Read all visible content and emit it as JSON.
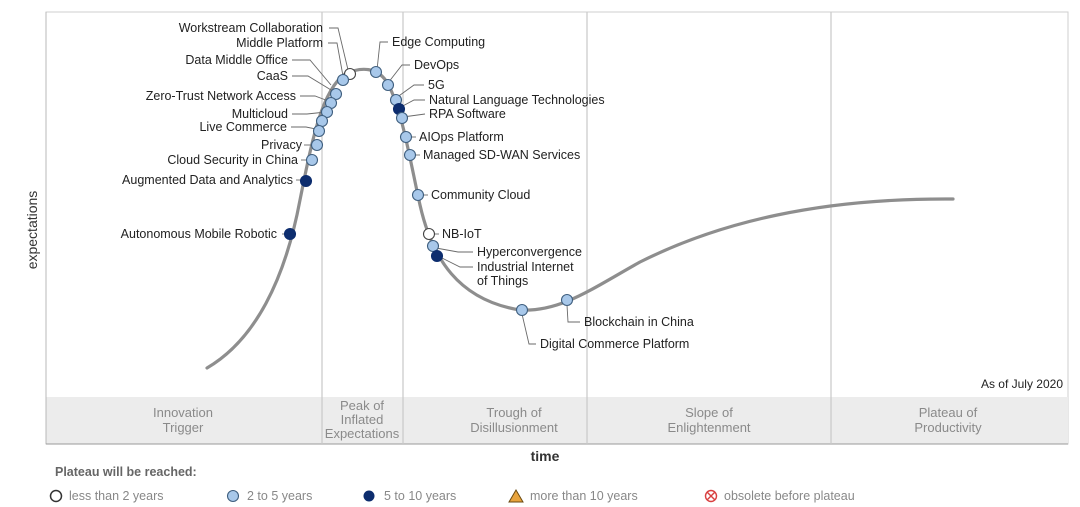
{
  "x_axis_label": "time",
  "y_axis_label": "expectations",
  "as_of": "As of July 2020",
  "phases": [
    {
      "id": "innovation",
      "lines": [
        "Innovation",
        "Trigger"
      ]
    },
    {
      "id": "peak",
      "lines": [
        "Peak of",
        "Inflated",
        "Expectations"
      ]
    },
    {
      "id": "trough",
      "lines": [
        "Trough of",
        "Disillusionment"
      ]
    },
    {
      "id": "slope",
      "lines": [
        "Slope of",
        "Enlightenment"
      ]
    },
    {
      "id": "plateau",
      "lines": [
        "Plateau of",
        "Productivity"
      ]
    }
  ],
  "legend": {
    "title": "Plateau will be reached:",
    "items": [
      {
        "key": "lt2",
        "label": "less than 2 years",
        "symbol": "circle",
        "color": "#ffffff"
      },
      {
        "key": "2to5",
        "label": "2 to 5 years",
        "symbol": "circle",
        "color": "#a8c8ea"
      },
      {
        "key": "5to10",
        "label": "5 to 10 years",
        "symbol": "circle",
        "color": "#0d2d6e"
      },
      {
        "key": "gt10",
        "label": "more than 10 years",
        "symbol": "triangle",
        "color": "#e8a33c"
      },
      {
        "key": "obsolete",
        "label": "obsolete before plateau",
        "symbol": "crossed-circle",
        "color": "#d94040"
      }
    ]
  },
  "technologies": [
    {
      "name": "Workstream Collaboration",
      "category": "2to5"
    },
    {
      "name": "Middle Platform",
      "category": "2to5"
    },
    {
      "name": "Data Middle Office",
      "category": "2to5"
    },
    {
      "name": "CaaS",
      "category": "2to5"
    },
    {
      "name": "Zero-Trust Network Access",
      "category": "2to5"
    },
    {
      "name": "Multicloud",
      "category": "2to5"
    },
    {
      "name": "Live Commerce",
      "category": "2to5"
    },
    {
      "name": "Privacy",
      "category": "2to5"
    },
    {
      "name": "Cloud Security in China",
      "category": "2to5"
    },
    {
      "name": "Augmented Data and Analytics",
      "category": "5to10"
    },
    {
      "name": "Autonomous Mobile Robotic",
      "category": "5to10"
    },
    {
      "name": "Edge Computing",
      "category": "2to5"
    },
    {
      "name": "DevOps",
      "category": "2to5"
    },
    {
      "name": "5G",
      "category": "2to5"
    },
    {
      "name": "Natural Language Technologies",
      "category": "5to10"
    },
    {
      "name": "RPA Software",
      "category": "2to5"
    },
    {
      "name": "AIOps Platform",
      "category": "2to5"
    },
    {
      "name": "Managed SD-WAN Services",
      "category": "2to5"
    },
    {
      "name": "Community Cloud",
      "category": "2to5"
    },
    {
      "name": "NB-IoT",
      "category": "lt2"
    },
    {
      "name": "Hyperconvergence",
      "category": "2to5"
    },
    {
      "name": "Industrial Internet of Things",
      "category": "5to10"
    },
    {
      "name": "Digital Commerce Platform",
      "category": "2to5"
    },
    {
      "name": "Blockchain in China",
      "category": "2to5"
    },
    {
      "name": "(peak marker)",
      "category": "lt2"
    }
  ]
}
